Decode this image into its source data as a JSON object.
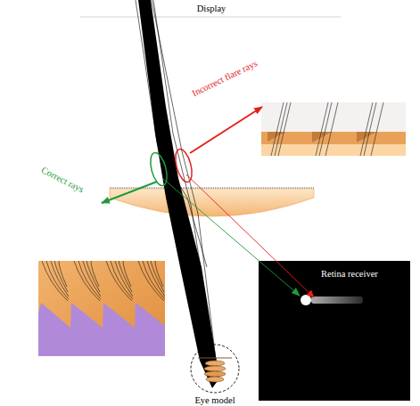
{
  "diagram": {
    "nodes": [
      {
        "text": [
          "Retina receiver"
        ]
      },
      {
        "text": [
          "Eye model"
        ]
      }
    ],
    "labels": [
      "Display",
      "Incorrect flare rays",
      "Correct rays"
    ]
  }
}
